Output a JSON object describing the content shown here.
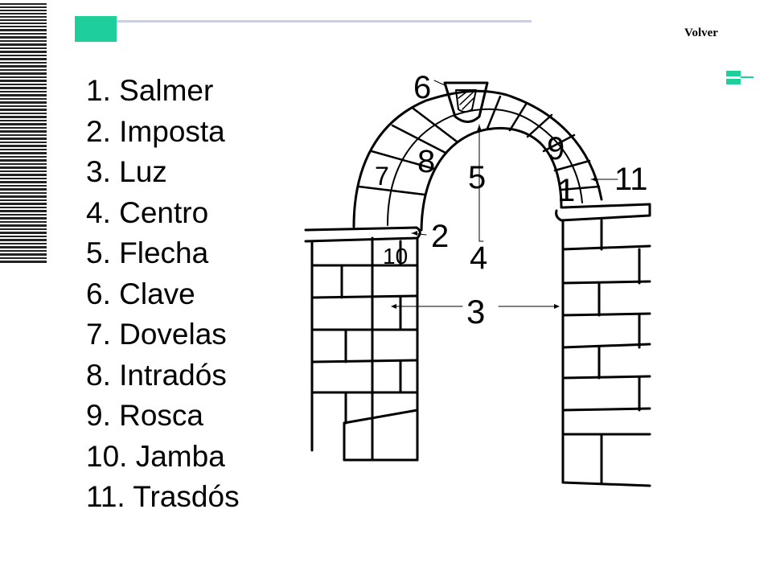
{
  "nav": {
    "back_label": "Volver"
  },
  "colors": {
    "accent": "#1ecf9b",
    "rule": "#c9cfe8",
    "line": "#000000"
  },
  "parts": [
    {
      "label": "1. Salmer"
    },
    {
      "label": "2. Imposta"
    },
    {
      "label": "3. Luz"
    },
    {
      "label": "4. Centro"
    },
    {
      "label": "5. Flecha"
    },
    {
      "label": "6. Clave"
    },
    {
      "label": "7. Dovelas"
    },
    {
      "label": "8. Intradós"
    },
    {
      "label": "9. Rosca"
    },
    {
      "label": "10. Jamba"
    },
    {
      "label": "11. Trasdós"
    }
  ],
  "diagram": {
    "callouts": [
      "6",
      "9",
      "8",
      "7",
      "5",
      "1",
      "11",
      "2",
      "10",
      "4",
      "3"
    ]
  }
}
